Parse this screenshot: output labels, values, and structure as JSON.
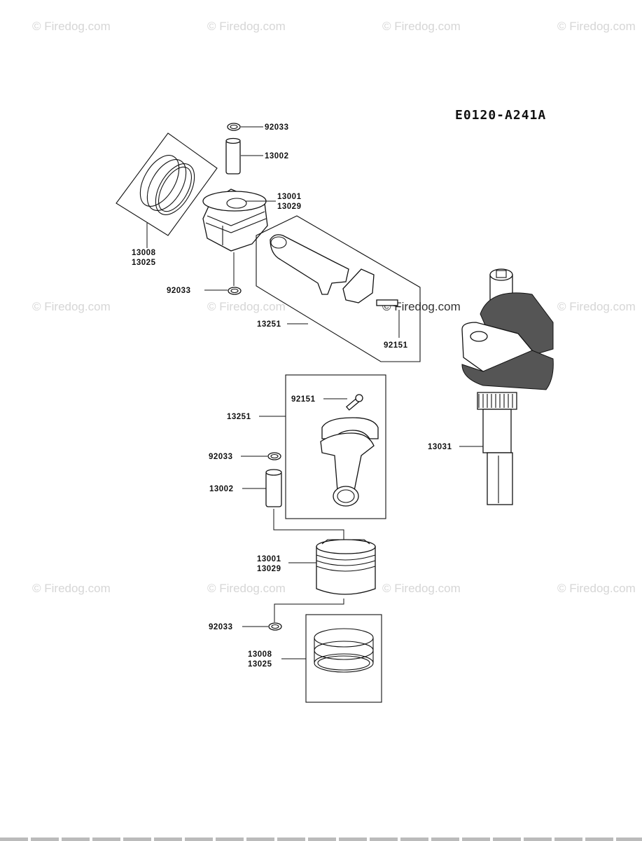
{
  "watermark": "© Firedog.com",
  "diagram_code": "E0120-A241A",
  "labels": {
    "top_92033_a": "92033",
    "top_13002": "13002",
    "top_13001": "13001",
    "top_13029": "13029",
    "top_13008": "13008",
    "top_13025": "13025",
    "top_92033_b": "92033",
    "top_13251": "13251",
    "top_92151": "92151",
    "crank_13031": "13031",
    "mid_92151": "92151",
    "mid_13251": "13251",
    "mid_92033": "92033",
    "mid_13002": "13002",
    "low_13001": "13001",
    "low_13029": "13029",
    "low_92033": "92033",
    "low_13008": "13008",
    "low_13025": "13025"
  }
}
